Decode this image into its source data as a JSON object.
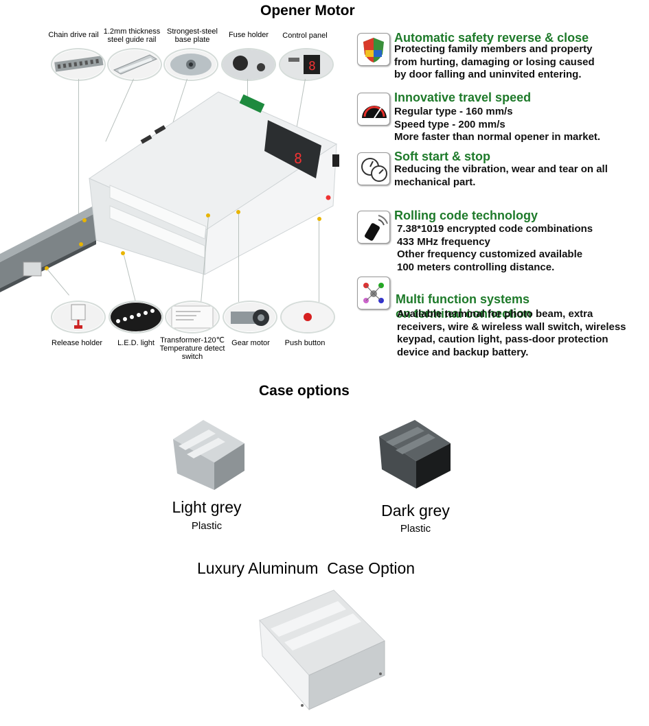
{
  "opener": {
    "title": "Opener Motor",
    "top_labels": [
      "Chain drive rail",
      "1.2mm  thickness\nsteel guide rail",
      "Strongest-steel\nbase plate",
      "Fuse holder",
      "Control panel"
    ],
    "bottom_labels": [
      "Release holder",
      "L.E.D. light",
      "Transformer-120℃\nTemperature detect\nswitch",
      "Gear motor",
      "Push button"
    ]
  },
  "features": [
    {
      "title": "Automatic safety reverse & close",
      "lines": [
        "Protecting family members and property",
        "from hurting, damaging or losing caused",
        "by door falling and uninvited entering."
      ]
    },
    {
      "title": "Innovative travel speed",
      "lines": [
        "Regular type - 160 mm/s",
        "Speed type - 200 mm/s",
        "More faster than normal opener in market."
      ]
    },
    {
      "title": "Soft start & stop",
      "lines": [
        "Reducing the vibration, wear and tear on all",
        "mechanical part."
      ]
    },
    {
      "title": "Rolling code technology",
      "lines": [
        "7.38*1019 encrypted code combinations",
        "433 MHz frequency",
        "Other frequency customized available",
        "100 meters controlling distance."
      ]
    },
    {
      "title": "Multi function systems\non terminal connection",
      "lines": [
        "Available terminal for photo beam, extra",
        "receivers, wire & wireless wall switch, wireless",
        "keypad, caution light, pass-door protection",
        "device and backup battery."
      ]
    }
  ],
  "cases": {
    "title": "Case options",
    "options": [
      {
        "name": "Light grey",
        "material": "Plastic"
      },
      {
        "name": "Dark grey",
        "material": "Plastic"
      }
    ],
    "luxury_title": "Luxury Aluminum  Case Option"
  },
  "colors": {
    "feature_title": "#1e7a2a",
    "led_dot": "#e8b400"
  }
}
